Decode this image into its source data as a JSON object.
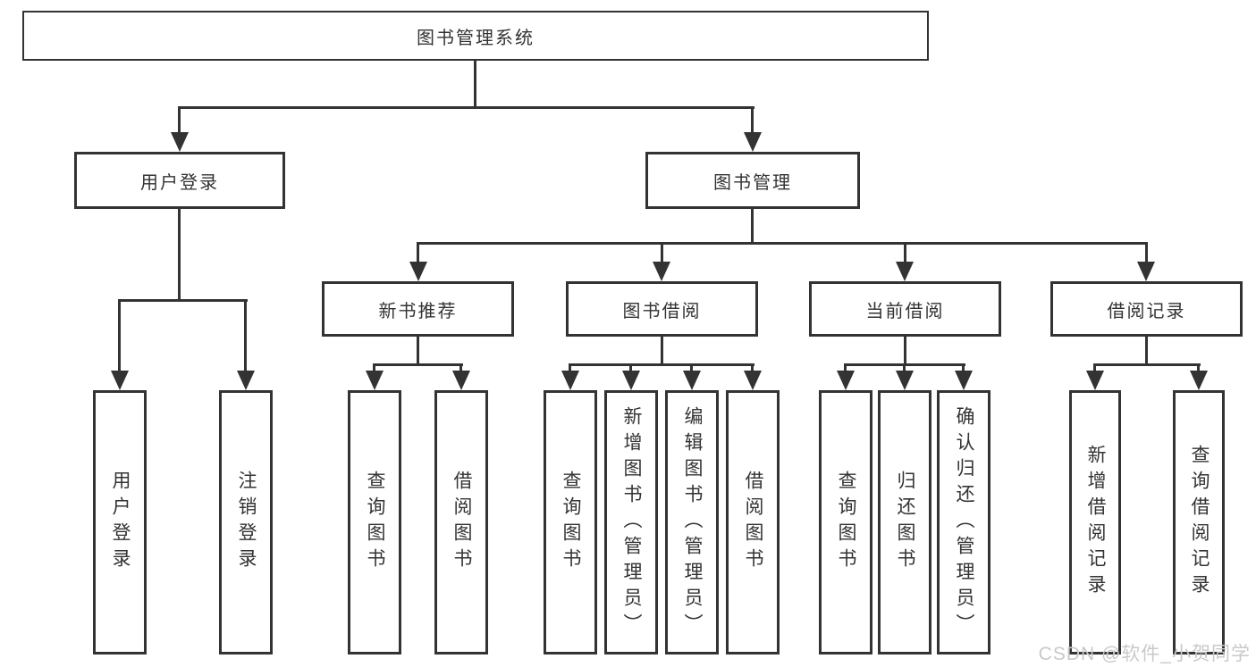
{
  "nodes": {
    "root": "图书管理系统",
    "level2": [
      "用户登录",
      "图书管理"
    ],
    "level3": [
      "新书推荐",
      "图书借阅",
      "当前借阅",
      "借阅记录"
    ],
    "login_children": [
      "用户登录",
      "注销登录"
    ],
    "newbook_children": [
      "查询图书",
      "借阅图书"
    ],
    "borrow_children": [
      "查询图书",
      "新增图书（管理员）",
      "编辑图书（管理员）",
      "借阅图书"
    ],
    "current_children": [
      "查询图书",
      "归还图书",
      "确认归还（管理员）"
    ],
    "records_children": [
      "新增借阅记录",
      "查询借阅记录"
    ]
  },
  "colors": {
    "line": "#333333",
    "border": "#333333",
    "text": "#333333",
    "background": "#ffffff",
    "watermark": "#c9c9c9"
  },
  "watermark": "CSDN @软件_小贺同学"
}
